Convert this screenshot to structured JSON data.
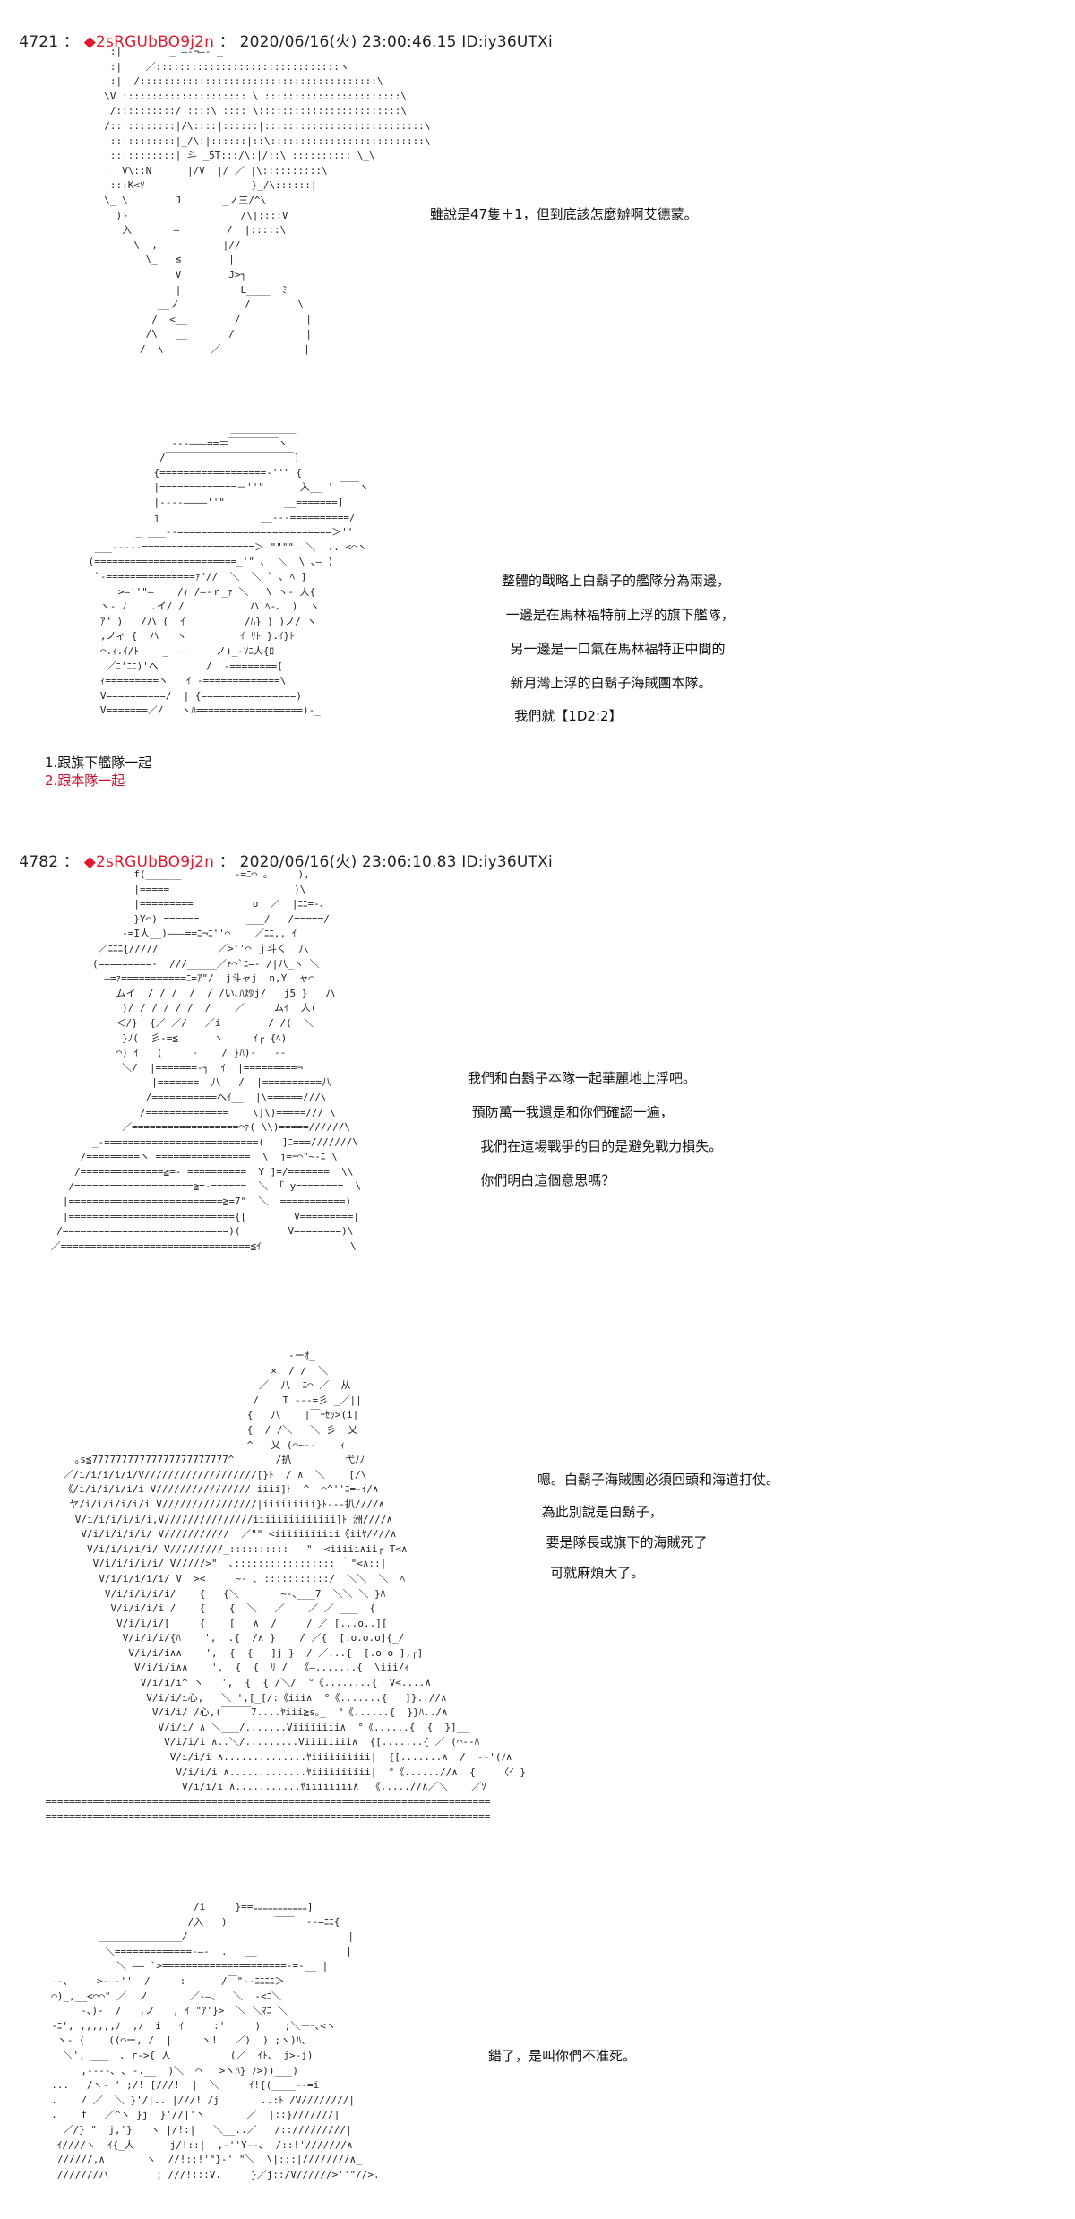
{
  "posts": [
    {
      "number": "4721",
      "separator": " ： ",
      "trip": "◆2sRGUbBO9j2n",
      "datetime": "2020/06/16(火) 23:00:46.15 ID:iy36UTXi",
      "dialogue_1": [
        "雖說是47隻＋1，但到底該怎麼辦啊艾德蒙。"
      ],
      "dialogue_2": [
        "整體的戰略上白鬍子的艦隊分為兩邊，",
        " 一邊是在馬林福特前上浮的旗下艦隊，",
        "  另一邊是一口氣在馬林福特正中間的",
        "  新月灣上浮的白鬍子海賊團本隊。",
        "   我們就【1D2:2】"
      ],
      "choices": [
        {
          "label": "1.跟旗下艦隊一起",
          "selected": false
        },
        {
          "label": "2.跟本隊一起",
          "selected": true
        }
      ]
    },
    {
      "number": "4782",
      "separator": " ： ",
      "trip": "◆2sRGUbBO9j2n",
      "datetime": "2020/06/16(火) 23:06:10.83 ID:iy36UTXi",
      "dialogue_1": [
        "我們和白鬍子本隊一起華麗地上浮吧。",
        " 預防萬一我還是和你們確認一遍，",
        "   我們在這場戰爭的目的是避免戰力損失。",
        "   你們明白這個意思嗎？"
      ],
      "dialogue_2": [
        "嗯。白鬍子海賊團必須回頭和海道打仗。",
        " 為此別說是白鬍子，",
        "  要是隊長或旗下的海賊死了",
        "   可就麻煩大了。"
      ],
      "dialogue_3": [
        "錯了，是叫你們不准死。"
      ]
    }
  ],
  "colors": {
    "trip": "#e3182d",
    "selected_choice": "#c8102e",
    "text": "#111111"
  },
  "art": {
    "a1": "          |:|        _ ―‐¬―‐ _\n          |:|    ／:::::::::::::::::::::::::::::::ヽ\n          |:|  /::::::::::::::::::::::::::::::::::::::::\\\n          \\V ::::::::::::::::::::: \\ :::::::::::::::::::::::\\\n           /::::::::::/ ::::\\ :::: \\::::::::::::::::::::::::\\\n          /::|::::::::|/\\::::|::::::|:::::::::::::::::::::::::::\\\n          |::|::::::::|_/\\:|::::::|::\\::::::::::::::::::::::::::\\\n          |::|::::::::| 斗 _5T:::/\\:|/::\\ :::::::::: \\_\\\n          |  V\\::N      |/V  |/ ／ |\\::::::::::\\\n          |:::K<ｿ                  }_/\\::::::|\n          \\_ \\        J       _ノ三/^\\\n            )}                   /\\|::::V\n             入       ―        /  |:::::\\\n               \\  ,           |//\n                 \\_   ≦        |\n                      V        J>┐\n                      |          L____  ﾐ\n                   __ノ           /        \\\n                  /  <__        /           |\n                 /\\   __       /            |\n                /  \\        ／              |",
    "a2": "                         ___________\n               ---―――==＝￣￣￣￣￣ヽ\n             /￣￣￣￣￣￣￣￣￣￣￣￣￣]\n            {==================‐''\" {\n            |=============－''\"      入__ ' ￣￣ヽ\n            |‐‐‐‐――――''\"          __=======]\n            j                 __---==========/\n         _ ___--==========================＞''\n  ___-----===================＞―\"\"\"\"― ＼  .. <⌒ヽ\n (========================_'\" ､  ＼  \\ ､― )\n  `-===============ｧ\"//  ＼  ＼ ` ､ ﾍ ]\n      >―''\"―    /ｨ /―‐ｒ_ｧ ＼   \\ ヽ‐ 人{\n   ヽ‐ ﾉ    .イ/ /           ハ ﾍ‐、 )  ヽ\n   ｱ\" )   /ハ (  ｲ          /ﾊ} ) )ノ/ ヽ\n   ,ノィ {  ハ   ヽ         ｲ ﾘﾄ }.ｲ}ﾄ\n   ⌒.ｨ.ｲ/ﾄ    _  ―     ノ)_-ｿﾆ人{ﾛ\n    ／ﾆ'ﾆﾆ)'へ        /  -========[\n   ｨ=========ヽ   ｲ ‐=============\\\n   V==========/  | {================)\n   V=======／/   ヽﾊ==================)-_",
    "a3": "               f(______         -=ﾆ⌒ ｡     ),\n               |=====                     )\\\n               |=========          o  ／  |ﾆﾆ=‐、\n               }Y⌒) ======        ___/   /=====/\n             -=I人__)―――==ﾆ¬ﾆ''⌒    ／ﾆﾆ,, ｲ\n         ／ﾆﾆﾆ{/////          ／>''⌒ ｊ斗く  八\n        (=========‐  ///_____／ｧ⌒`ﾆ=‐ /|八_ヽ ＼\n          ―=ｧ===========ﾆ=ｱ\"/  j斗ャj  n,Y  ャ⌒\n            ムイ  / / /  /  / /い､ﾊ炒j/   j5 }   ハ\n             )/ / / / / /  /    ／     ムｲ  人(\n            ＜/}  {／ ／/   ／i        / /(  ＼\n             }ﾉ(  彡‐=≦      ヽ     ｲ┌ {ﾍ)\n            ⌒) ｲ_  (     -    / }ﾊ)-   --\n             ＼/  |=======‐┐  ｲ  |=========¬\n                  |=======  八   /  |==========八\n                 /===========へｲ__  |\\======///\\\n                /==============___ \\]\\)=====/// \\\n             ／==================⌒ｧ( \\\\)=====//////\\\n        _-==========================(   ]ﾆ===///////\\\n      /=========ヽ ================  \\  j=ｰ⌒\"~‐ﾆ \\\n     /==============≧=‐ ==========  Y ]=/=======  \\\\\n    /====================≧=‐======  ＼ 「 y========  \\\n   |==========================≧=7\"  ＼  ===========)\n   |============================{[        V=========|\n  /============================)(        V========)\\\n ／================================≦ｲ               \\",
    "a4": "                                          -ーｵ_\n                                       ×  / /  ＼\n                                     ／  八 ―ﾆ⌒ ／  从\n                                    /    T ‐‐‐=彡 _／||\n                                   {   八    |￣ｰｾｯ>(i|\n                                   {  / /＼   ＼ 彡  乂\n                                   ^   乂 (⌒~‐‐    ｨ\n      ｡s≦77777777777777777777777^       /扒         弋ﾉﾉ\n    ／/i/i/i/i/i/V///////////////////[}ﾄ  / ∧  ＼    [/\\\n    《/i/i/i/i/i/i V////////////////|iiii]ﾄ  ^  ⌒^''ﾆ=-ｲ/∧\n     ヤ/i/i/i/i/i/i V////////////////|iiiiiiiii}ﾄ‐‐‐扒////∧\n      V/i/i/i/i/i/i,V///////////////iiiiiiiiiiiiii]ﾄ 洲////∧\n       V/i/i/i/i/i/ V///////////  ／\"\" <iiiiiiiiiii《iiﾔ////∧\n        V/i/i/i/i/i/ V/////////_::::::::::   \"  <iiiii∧ii┌ T<∧\n         V/i/i/i/i/i/ V/////>\"  ､::::::::::::::::: ｀\"<∧::|\n          V/i/i/i/i/i/ V  ><_    ~‐ ､ :::::::::::/  ＼＼  ＼  ﾍ\n           V/i/i/i/i/i/    {   {＼       ~‐､___7  ＼＼ ＼ }ﾊ\n            V/i/i/i/i /    {    {  ＼   ／    ／ ／ ___  {\n             V/i/i/i/[     {    [   ∧  /     / ／ [...o..][\n              V/i/i/i/{ﾊ    ',  .{  /∧ }    / ／{  [.o.o.o]{_/\n               V/i/i/i∧∧    ',  {  {   ]j }  / ／...{  [.o o ],┌]\n                V/i/i/i∧∧    ',  {  {  ﾘ /  《―.......{  \\iii/ｨ\n                 V/i/i/i^ ヽ   ',  {  { /＼/  °《........{  V<....∧\n                  V/i/i/i心,   ＼ ',[_[/:《iii∧  °《.......{   ]}..//∧\n                   V/i/i/ /心,(￣￣￣7....ﾔiii≧s｡_  °《......{  }}ﾊ../∧\n                    V/i/i/ ∧ ＼___/.......Viiiiiiii∧  °《......{  {  }]__\n                     V/i/i/i ∧..＼/.........Viiiiiiii∧  {[.......{ ／ (⌒‐‐ﾊ\n                      V/i/i/i ∧..............ﾔiiiiiiiiii|  {[.......∧  /  ‐‐'(ﾉ∧\n                       V/i/i/i ∧.............ﾔiiiiiiiiii|  °《......//∧  {    〈ｲ }\n                        V/i/i/i ∧...........ﾔiiiiiiii∧  《.....//∧／＼    ／ｿ\n ===========================================================================\n ===========================================================================",
    "a5": "                          /i     }==ﾆﾆﾆﾆﾆﾆﾆﾆﾆﾆﾆ]\n                         /入   )        ￣￣  ‐‐=ﾆﾆ{\n          ______________/                           |\n           ＼=============‐―‐  .   __               |\n             ＼ ―― `>=====================‐=‐__ |\n  ―‐、    >‐―‐''  /     :      /￣\"‐‐ﾆﾆﾆﾆ＞\n  ⌒)_,__<⌒⌒\" ／  ノ       ／‐―、  ＼  ‐<ﾆ＼\n       -､)‐  /___,ノ   , ｲ \"ｱ'}>  ＼ ＼ﾏﾆ ＼\n  -ﾆ', ,,,,,,ﾉ  ,ﾉ  i   ｲ     :'     )    ;＼ーｰ､<ヽ\n   ヽ‐ (    ((⌒ー, /  |     ヽ!   ／)  ) ;ヽ)ﾊ､\n    ＼', ___  ､ r‐>{ 人          (／  ｲﾄ、 j>‐j)\n       ,‐‐‐‐､ ､ ‐.__  )＼  ⌒   >ヽﾊ} ﾉ>))___)\n  ...   /ヽ‐ ' ;/! [///!  |  ＼     ｲ!{(____‐‐=i\n  .    / ／  ＼ }'/|.. |///! /j       ..:ﾄ /V////////|\n  .   _f   ／^ヽ }j  }'//|'ヽ       ／  |::}///////|\n    ／/} \"  j,'}   ヽ |/!:|   ＼__..／   /:://///////|\n   ｲ////ヽ  ｲ{_人      j/!::|  ,‐''Y‐‐､  /::!'///////∧\n   //////,∧       ヽ  //!::!'\"}‐''\"＼  \\|:::|////////∧_\n   ///////ハ        ; ///!:::V.     }／j::/V//////>''\"//>. _"
  }
}
